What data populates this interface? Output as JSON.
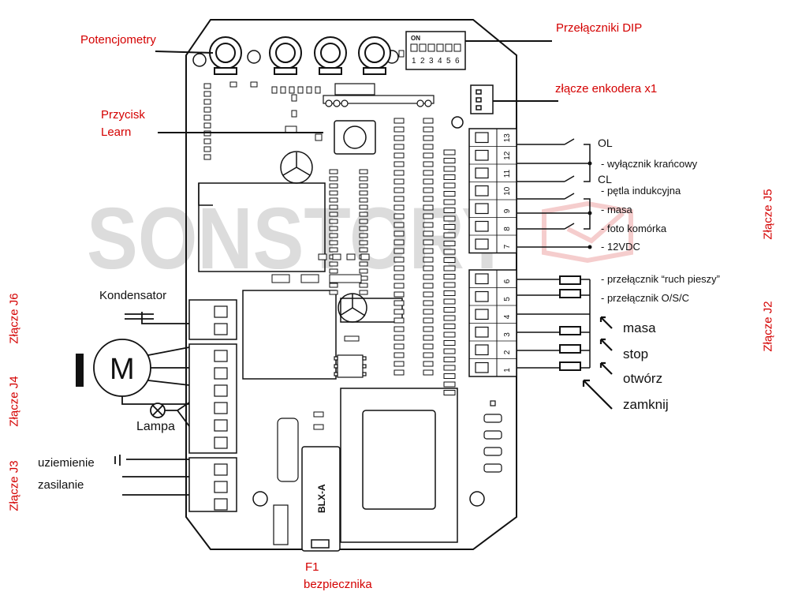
{
  "watermark": "SONSTORY",
  "labels": {
    "potentiometers": "Potencjometry",
    "dip_switches": "Przełączniki DIP",
    "encoder_connector": "złącze enkodera x1",
    "learn_button_line1": "Przycisk",
    "learn_button_line2": "Learn",
    "capacitor": "Kondensator",
    "lamp": "Lampa",
    "ground": "uziemienie",
    "power": "zasilanie",
    "fuse_line1": "F1",
    "fuse_line2": "bezpiecznika",
    "fuse_part": "BLX-A",
    "motor": "M",
    "dip_on": "ON",
    "dip_numbers": [
      "1",
      "2",
      "3",
      "4",
      "5",
      "6"
    ]
  },
  "connectors": {
    "j2": "Złącze J2",
    "j3": "Złącze J3",
    "j4": "Złącze J4",
    "j5": "Złącze J5",
    "j6": "Złącze J6"
  },
  "j5_terminals": [
    "13",
    "12",
    "11",
    "10",
    "9",
    "8",
    "7"
  ],
  "j2_terminals": [
    "6",
    "5",
    "4",
    "3",
    "2",
    "1"
  ],
  "j5_functions": {
    "ol": "OL",
    "cl": "CL",
    "limit_switch": "wyłącznik krańcowy",
    "induction_loop": "pętla indukcyjna",
    "ground": "masa",
    "photocell": "foto komórka",
    "supply": "12VDC"
  },
  "j2_functions": {
    "pedestrian": "przełącznik “ruch pieszy”",
    "oss": "przełącznik O/S/C",
    "ground": "masa",
    "stop": "stop",
    "open": "otwórz",
    "close": "zamknij"
  },
  "colors": {
    "annotation_red": "#d40000",
    "line": "#111111",
    "watermark": "#d9d9d9"
  }
}
